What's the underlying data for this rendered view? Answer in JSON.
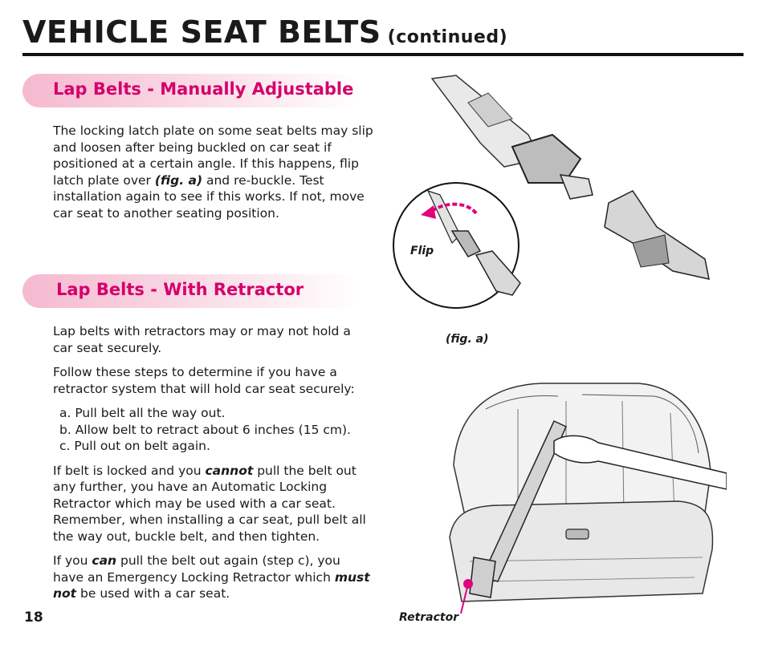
{
  "header": {
    "title": "VEHICLE SEAT BELTS",
    "subtitle": "(continued)"
  },
  "section1": {
    "heading": "Lap Belts - Manually Adjustable",
    "p1_a": "The locking latch plate on some seat belts may slip and loosen after being buckled on car seat if positioned at a certain angle.  If this happens, flip latch plate over ",
    "p1_fig": "(fig. a)",
    "p1_b": " and re-buckle.  Test installation again to see if this works.  If not, move car seat to another seating position."
  },
  "section2": {
    "heading": "Lap Belts - With Retractor",
    "p1": "Lap belts with retractors may or may not hold a car seat securely.",
    "p2": "Follow these steps to determine if you have a retractor system that will hold car seat securely:",
    "steps": [
      "a. Pull belt all the way out.",
      "b. Allow belt to retract about 6 inches (15 cm).",
      "c. Pull out on belt again."
    ],
    "p3_a": "If belt is locked and you ",
    "p3_em": "cannot",
    "p3_b": " pull the belt out any further, you have an Automatic Locking Retractor which may be used with a car seat. Remember, when installing a car seat, pull belt all the way out, buckle belt, and then tighten.",
    "p4_a": "If you ",
    "p4_em1": "can",
    "p4_b": " pull the belt out again (step c), you have an Emergency Locking Retractor which ",
    "p4_em2": "must not",
    "p4_c": " be used with a car seat."
  },
  "figures": {
    "flip_label": "Flip",
    "fig_a_caption": "(fig. a)",
    "retractor_label": "Retractor"
  },
  "footer": {
    "page_number": "18"
  },
  "colors": {
    "accent": "#d4006b",
    "heading_bg": "#f5b9cf"
  }
}
